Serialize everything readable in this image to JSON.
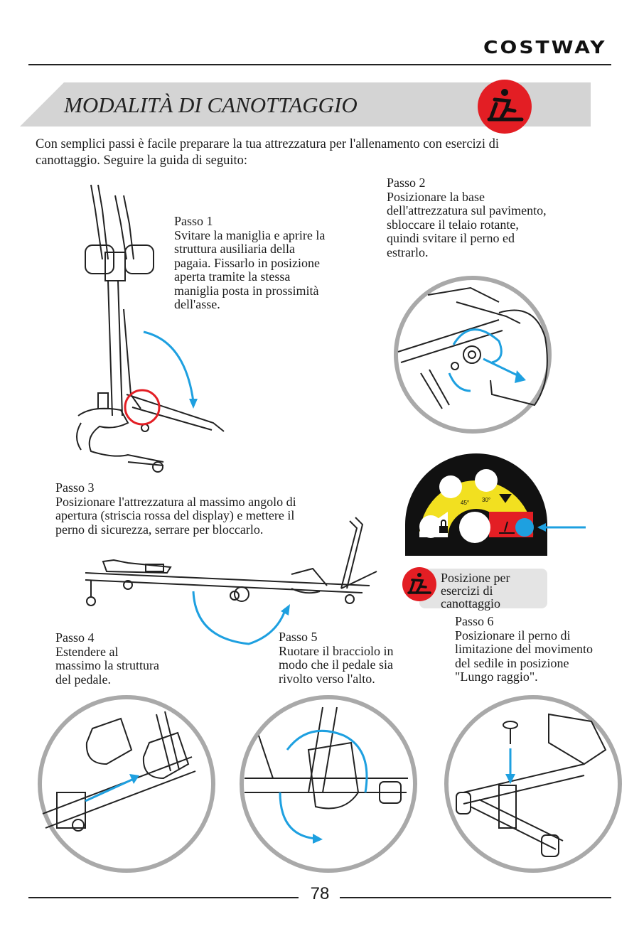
{
  "header": {
    "brand": "COSTWAY"
  },
  "section": {
    "title": "MODALITÀ DI CANOTTAGGIO",
    "icon": "rowing-icon",
    "icon_color": "#e31e24",
    "banner_color": "#d4d4d4"
  },
  "intro": {
    "line1": "Con semplici passi è facile preparare la tua attrezzatura per l'allenamento con esercizi di",
    "line2": "canottaggio. Seguire la guida di seguito:"
  },
  "steps": [
    {
      "lines": [
        "Passo 1",
        "Svitare la maniglia e aprire la",
        "struttura ausiliaria della",
        "pagaia. Fissarlo in posizione",
        "aperta tramite la stessa",
        "maniglia posta in prossimità",
        "dell'asse."
      ]
    },
    {
      "lines": [
        "Passo 2",
        "Posizionare la base",
        "dell'attrezzatura sul pavimento,",
        "sbloccare il telaio rotante,",
        "quindi svitare il perno ed",
        "estrarlo."
      ]
    },
    {
      "lines": [
        "Passo 3",
        "Posizionare l'attrezzatura al massimo angolo di",
        "apertura (striscia rossa del display) e mettere il",
        "perno di sicurezza, serrare per bloccarlo."
      ]
    },
    {
      "lines": [
        "Passo 4",
        "Estendere al",
        "massimo la struttura",
        "del pedale."
      ]
    },
    {
      "lines": [
        "Passo 5",
        "Ruotare il bracciolo in",
        "modo che il pedale sia",
        "rivolto verso l'alto."
      ]
    },
    {
      "lines": [
        "Passo 6",
        "Posizionare il perno di",
        "limitazione del movimento",
        "del sedile in posizione",
        "\"Lungo raggio\"."
      ]
    }
  ],
  "display": {
    "angle_45": "45°",
    "angle_30": "30°",
    "yellow": "#f2e020",
    "red": "#e31e24",
    "blue": "#1ea0e0"
  },
  "position_label": {
    "lines": [
      "Posizione per",
      "esercizi di",
      "canottaggio"
    ]
  },
  "footer": {
    "page": "78"
  }
}
